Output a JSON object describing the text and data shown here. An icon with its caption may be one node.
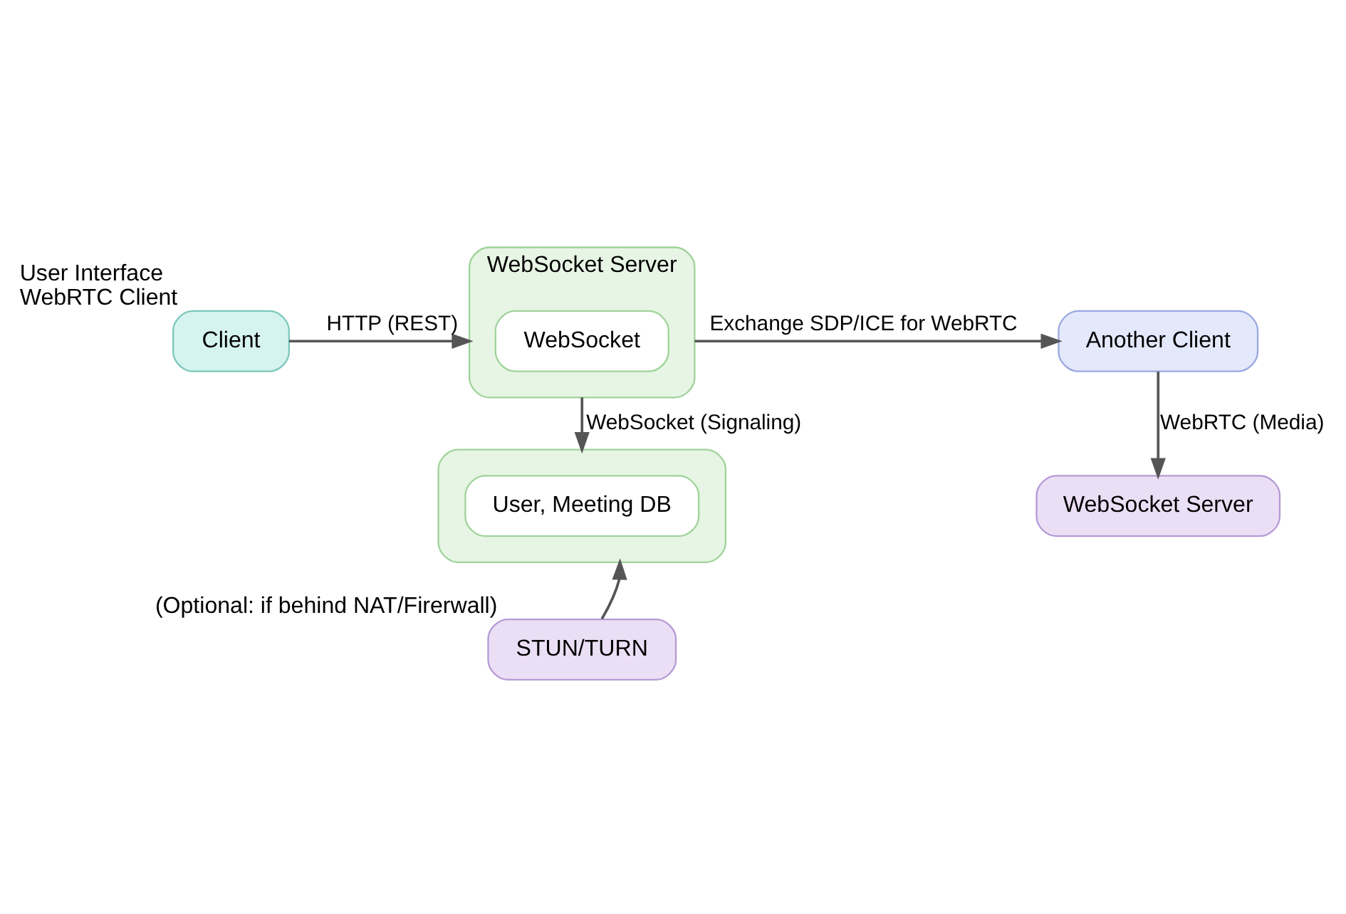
{
  "diagram": {
    "nodes": [
      {
        "text": [
          "Client"
        ],
        "beside": [
          "User Interface",
          "WebRTC Client"
        ]
      },
      {
        "text": [
          "WebSocket Server"
        ]
      },
      {
        "text": [
          "WebSocket"
        ],
        "in": 1
      },
      {
        "text": [
          "Another Client"
        ]
      },
      {
        "text": [],
        "shape": "box"
      },
      {
        "text": [
          "User, Meeting DB"
        ],
        "in": 4
      },
      {
        "text": [
          "WebSocket Server"
        ]
      },
      {
        "text": [
          "STUN/TURN"
        ],
        "beside": [
          "(Optional: if behind NAT/Firerwall)"
        ]
      }
    ],
    "edges": [
      {
        "from": 0,
        "to": 1,
        "arrow": "to",
        "label": "HTTP (REST)"
      },
      {
        "from": 1,
        "to": 3,
        "arrow": "to",
        "label": "Exchange SDP/ICE for WebRTC"
      },
      {
        "from": 1,
        "to": 4,
        "arrow": "to",
        "label": "WebSocket (Signaling)"
      },
      {
        "from": 3,
        "to": 6,
        "arrow": "to",
        "label": "WebRTC (Media)"
      },
      {
        "from": 7,
        "to": 4,
        "arrow": "to"
      }
    ]
  }
}
